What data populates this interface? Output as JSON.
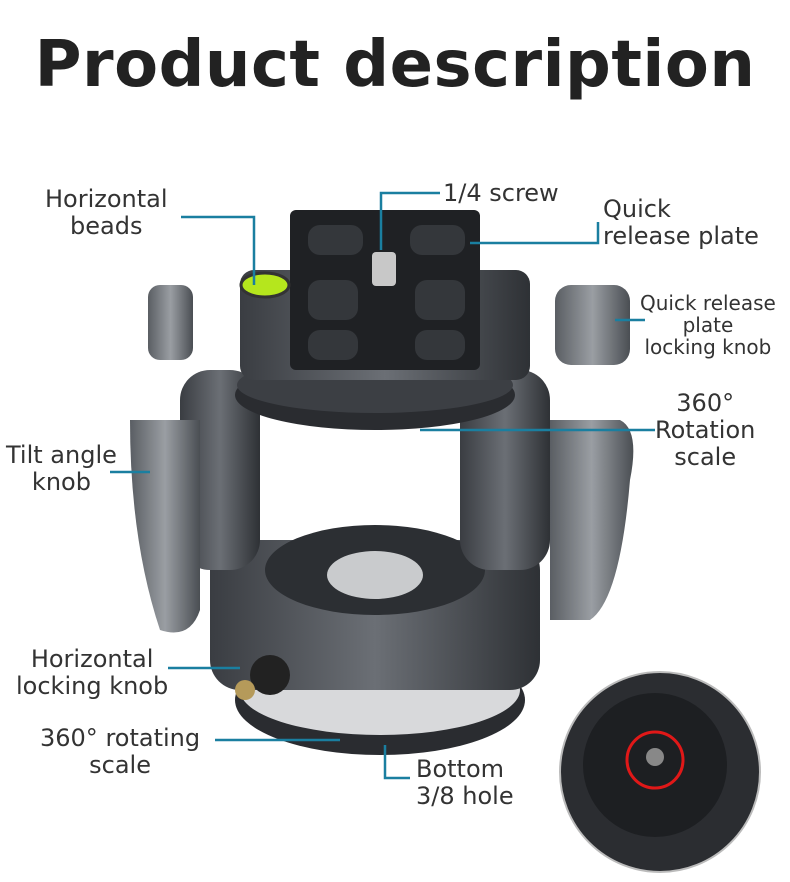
{
  "title": "Product description",
  "callout_color": "#1a7fa0",
  "labels": {
    "horizontal_beads": [
      "Horizontal",
      "beads"
    ],
    "screw": "1/4 screw",
    "quick_release_plate": [
      "Quick",
      "release plate"
    ],
    "plate_locking_knob": [
      "Quick release",
      "plate",
      "locking knob"
    ],
    "rotation_scale": [
      "360°",
      "Rotation",
      "scale"
    ],
    "tilt_knob": [
      "Tilt angle",
      "knob"
    ],
    "horizontal_locking_knob": [
      "Horizontal",
      "locking knob"
    ],
    "rotating_scale": [
      "360° rotating",
      "scale"
    ],
    "bottom_hole": [
      "Bottom",
      "3/8 hole"
    ]
  }
}
